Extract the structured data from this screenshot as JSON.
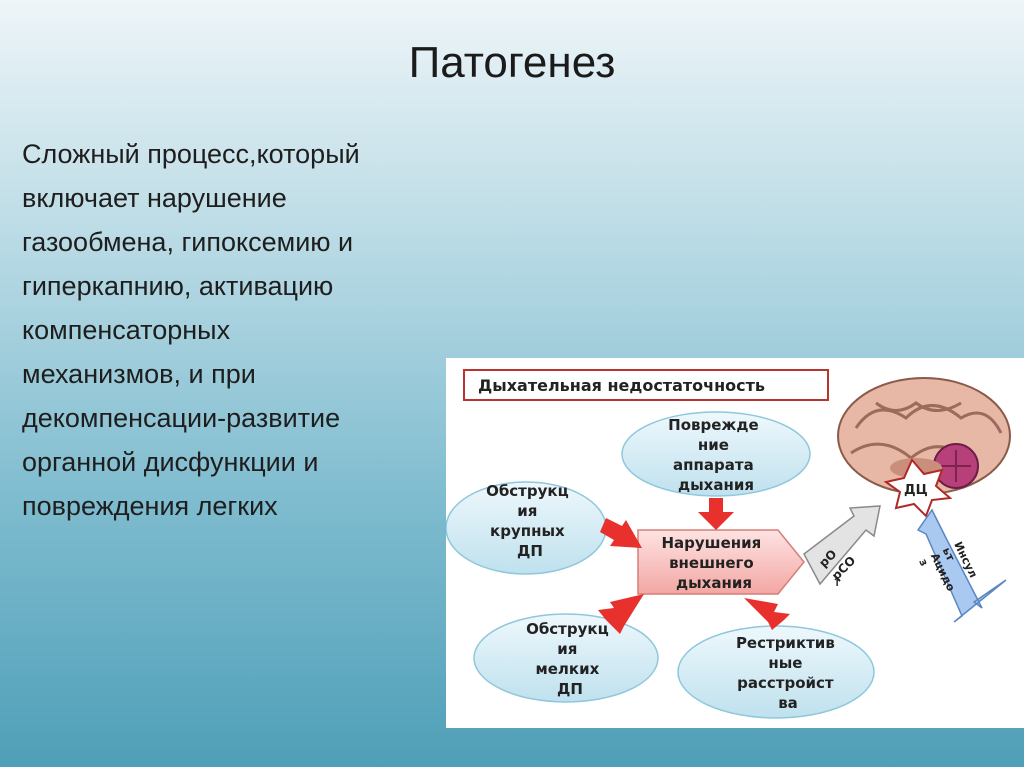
{
  "title": "Патогенез",
  "body_lines": [
    "Сложный процесс,который",
    "включает нарушение",
    "газообмена, гипоксемию и",
    "гиперкапнию, активацию",
    "компенсаторных",
    "механизмов, и при",
    "декомпенсации-развитие",
    "органной дисфункции и",
    "повреждения легких"
  ],
  "diagram": {
    "header": "Дыхательная недостаточность",
    "top_node": [
      "Поврежде",
      "ние",
      "аппарата",
      "дыхания"
    ],
    "left_top_node": [
      "Обструкц",
      "ия",
      "крупных",
      "ДП"
    ],
    "left_bottom_node": [
      "Обструкц",
      "ия",
      "мелких",
      "ДП"
    ],
    "right_bottom_node": [
      "Рестриктив",
      "ные",
      "расстройст",
      "ва"
    ],
    "center_node": [
      "Нарушения",
      "внешнего",
      "дыхания"
    ],
    "gas_labels": [
      "pO",
      "pCO"
    ],
    "dc_label": "ДЦ",
    "insult_label": [
      "Инсул",
      "ьт",
      "Ацидо",
      "з"
    ],
    "colors": {
      "arrow_red": "#e8302c",
      "ellipse_fill": "#d3ecf5",
      "center_fill": "#f5b5b3",
      "brain_pink": "#e7b8a6"
    }
  }
}
